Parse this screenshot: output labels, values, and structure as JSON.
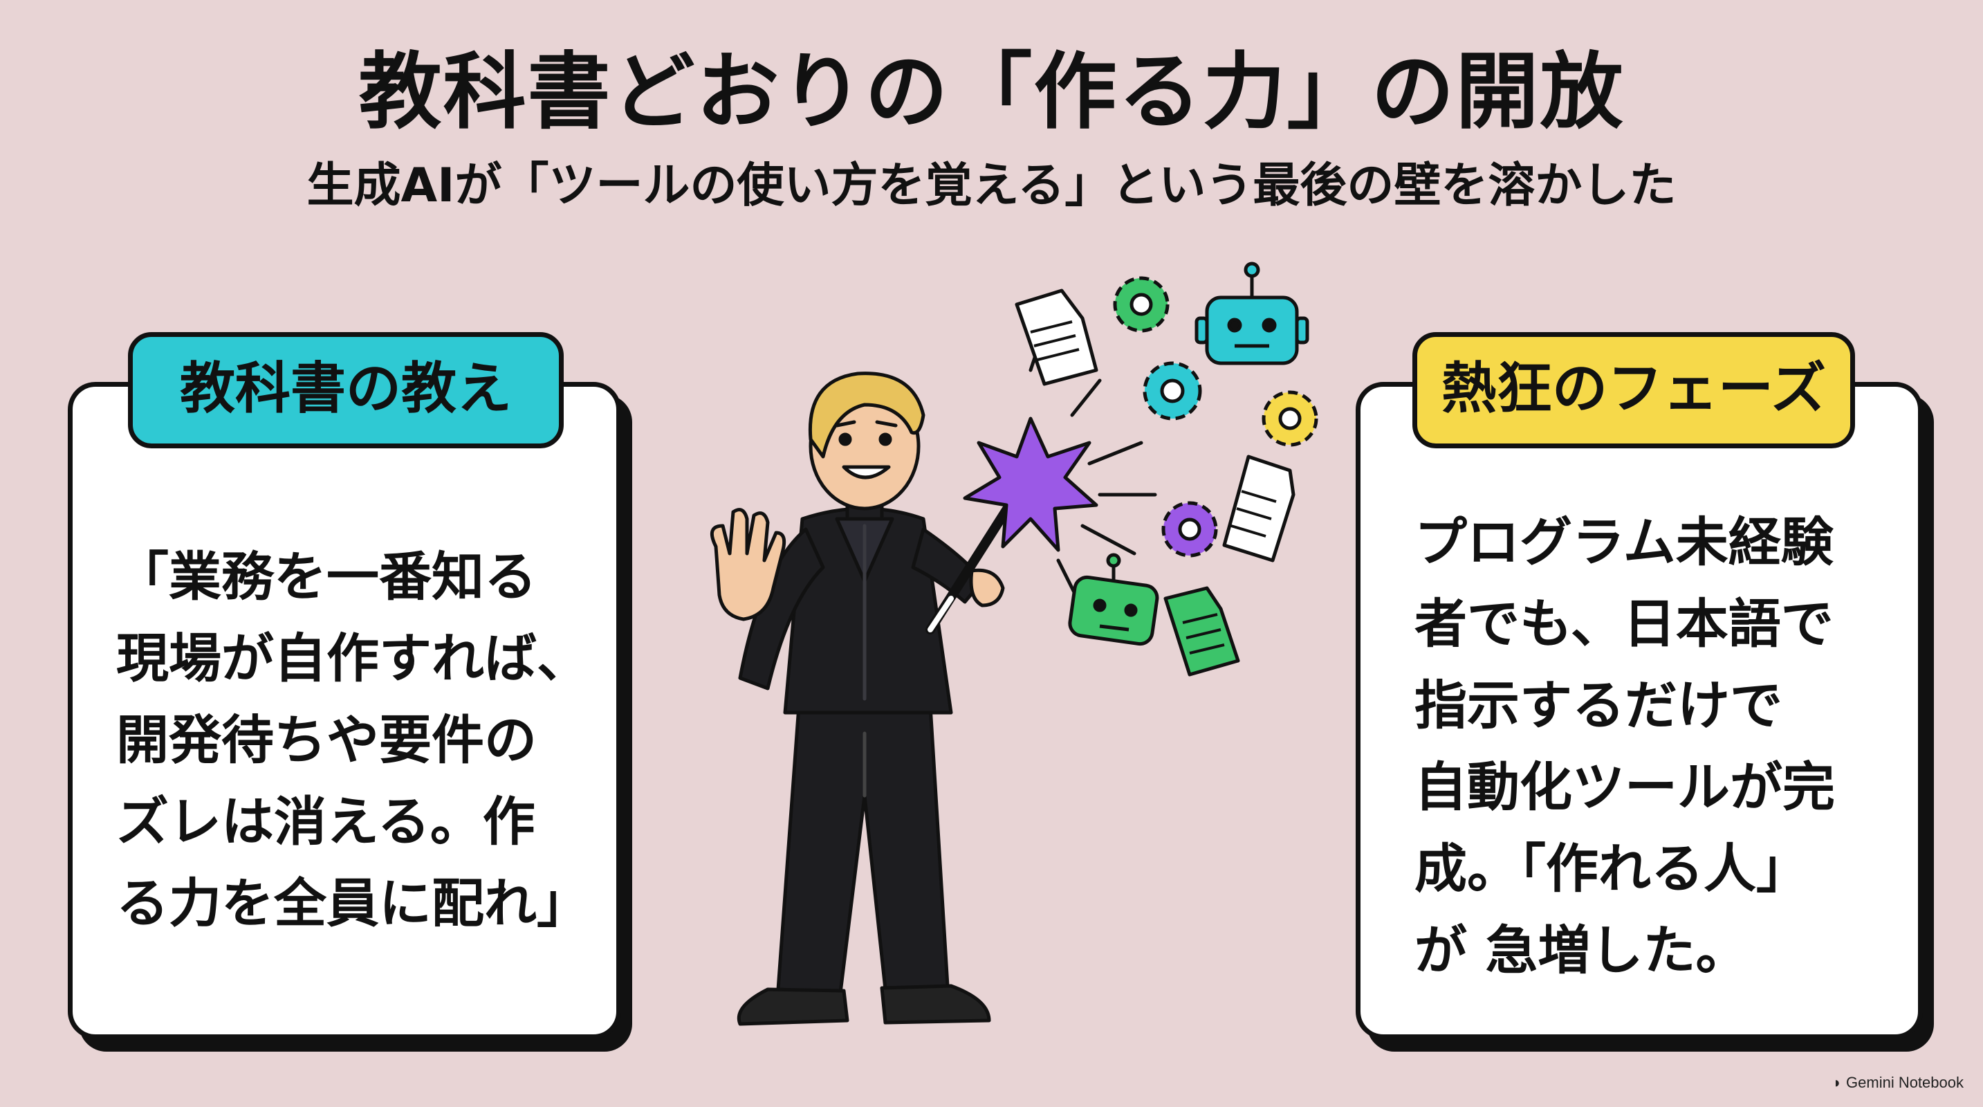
{
  "header": {
    "title": "教科書どおりの「作る力」の開放",
    "subtitle": "生成AIが「ツールの使い方を覚える」という最後の壁を溶かした"
  },
  "left_card": {
    "tag": "教科書の教え",
    "lines": [
      "「業務を一番知る",
      "現場が自作すれば、",
      "開発待ちや要件の",
      "ズレは消える。作",
      "る力を全員に配れ」"
    ],
    "tag_color": "#2fc9d3"
  },
  "right_card": {
    "tag": "熱狂のフェーズ",
    "lines": [
      "プログラム未経験",
      "者でも、日本語で",
      "指示するだけで",
      "自動化ツールが完",
      "成。「作れる人」",
      "が  急増した。"
    ],
    "tag_color": "#f6d94a"
  },
  "illustration": {
    "icons": [
      "document-icon",
      "gear-icon",
      "robot-icon",
      "magic-wand-icon",
      "sparkle-burst-icon"
    ]
  },
  "footer": {
    "credit": "Gemini Notebook"
  }
}
